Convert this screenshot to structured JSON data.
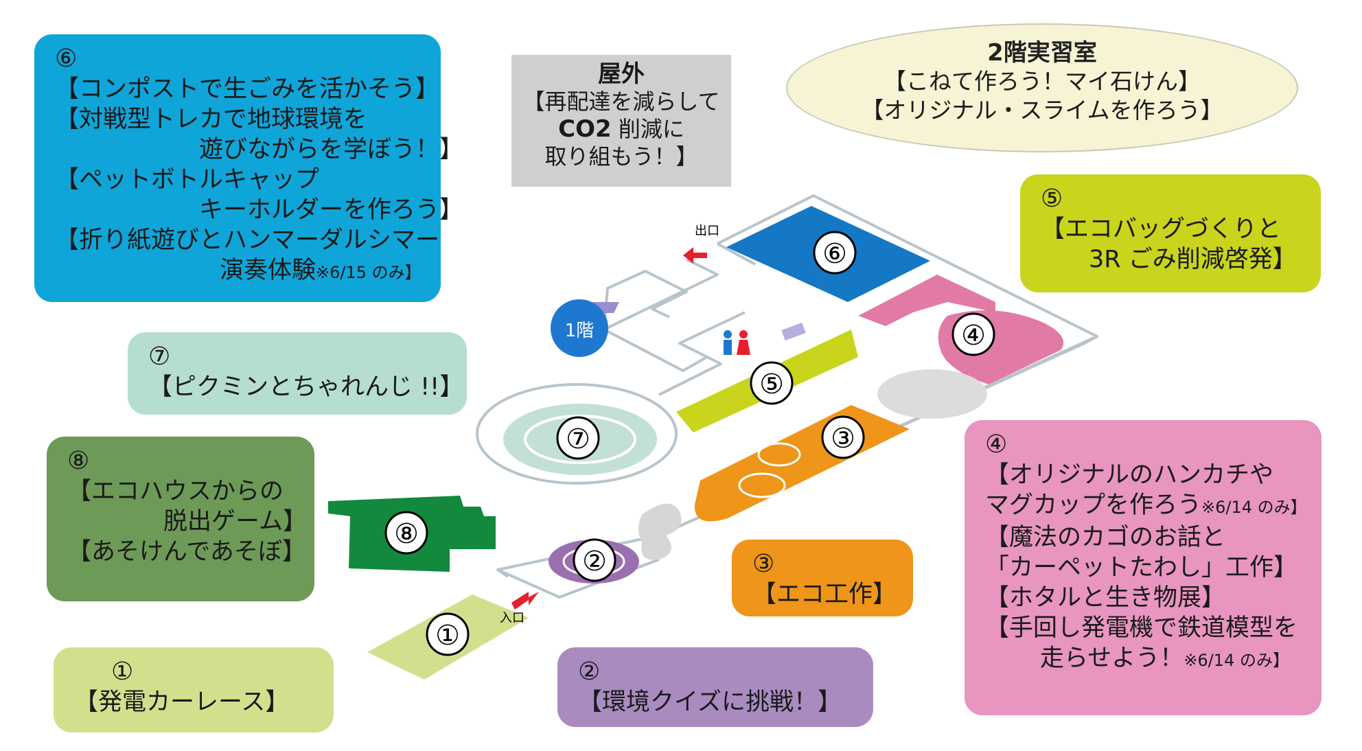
{
  "outdoor": {
    "title": "屋外",
    "lines": [
      "【再配達を減らして",
      "削減に",
      "取り組もう！】"
    ],
    "co2": "CO2"
  },
  "floor2": {
    "title": "2階実習室",
    "lines": [
      "【こねて作ろう！マイ石けん】",
      "【オリジナル・スライムを作ろう】"
    ]
  },
  "boxes": {
    "b6": {
      "num": "⑥",
      "lines": [
        "【コンポストで生ごみを活かそう】",
        "【対戦型トレカで地球環境を",
        "遊びながらを学ぼう！】",
        "【ペットボトルキャップ",
        "キーホルダーを作ろう】",
        "【折り紙遊びとハンマーダルシマー",
        "演奏体験",
        "※6/15 のみ】"
      ]
    },
    "b7": {
      "num": "⑦",
      "lines": [
        "【ピクミンとちゃれんじ !!】"
      ]
    },
    "b8": {
      "num": "⑧",
      "lines": [
        "【エコハウスからの",
        "脱出ゲーム】",
        "【あそけんであそぼ】"
      ]
    },
    "b1": {
      "num": "①",
      "lines": [
        "【発電カーレース】"
      ]
    },
    "b2": {
      "num": "②",
      "lines": [
        "【環境クイズに挑戦！】"
      ]
    },
    "b3": {
      "num": "③",
      "lines": [
        "【エコ工作】"
      ]
    },
    "b4": {
      "num": "④",
      "lines": [
        "【オリジナルのハンカチや",
        "マグカップを作ろう",
        "※6/14 のみ】",
        "【魔法のカゴのお話と",
        "「カーペットたわし」工作】",
        "【ホタルと生き物展】",
        "【手回し発電機で鉄道模型を",
        "走らせよう！",
        "※6/14 のみ】"
      ]
    },
    "b5": {
      "num": "⑤",
      "lines": [
        "【エコバッグづくりと",
        "3R ごみ削減啓発】"
      ]
    }
  },
  "map": {
    "exit_label": "出口",
    "entrance_label": "入口",
    "floor1_label": "1階",
    "zones": [
      "⑥",
      "④",
      "⑤",
      "⑦",
      "③",
      "⑧",
      "②",
      "①"
    ]
  },
  "colors": {
    "zone1": "#d2e08d",
    "zone2": "#9a6fb0",
    "zone3": "#ee951a",
    "zone4": "#e27aa6",
    "zone5": "#c9d41c",
    "zone6": "#1478c4",
    "zone7": "#c2e0d6",
    "zone8": "#12893c",
    "arrow": "#e5202a"
  }
}
